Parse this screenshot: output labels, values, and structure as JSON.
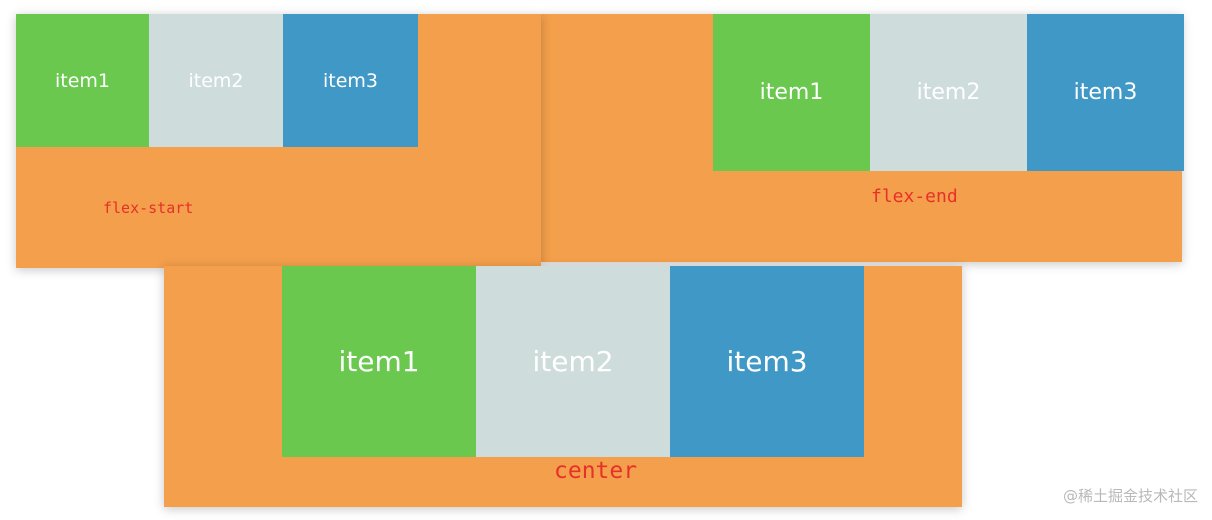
{
  "panels": {
    "flex_start": {
      "items": [
        "item1",
        "item2",
        "item3"
      ],
      "caption": "flex-start"
    },
    "flex_end": {
      "items": [
        "item1",
        "item2",
        "item3"
      ],
      "caption": "flex-end"
    },
    "center": {
      "items": [
        "item1",
        "item2",
        "item3"
      ],
      "caption": "center"
    }
  },
  "watermark": "@稀土掘金技术社区",
  "colors": {
    "container": "#f39f4b",
    "item1": "#6ac84f",
    "item2": "#cfdcdc",
    "item3": "#4098c6",
    "caption": "#e8302a",
    "watermark": "#b9b9b9"
  }
}
